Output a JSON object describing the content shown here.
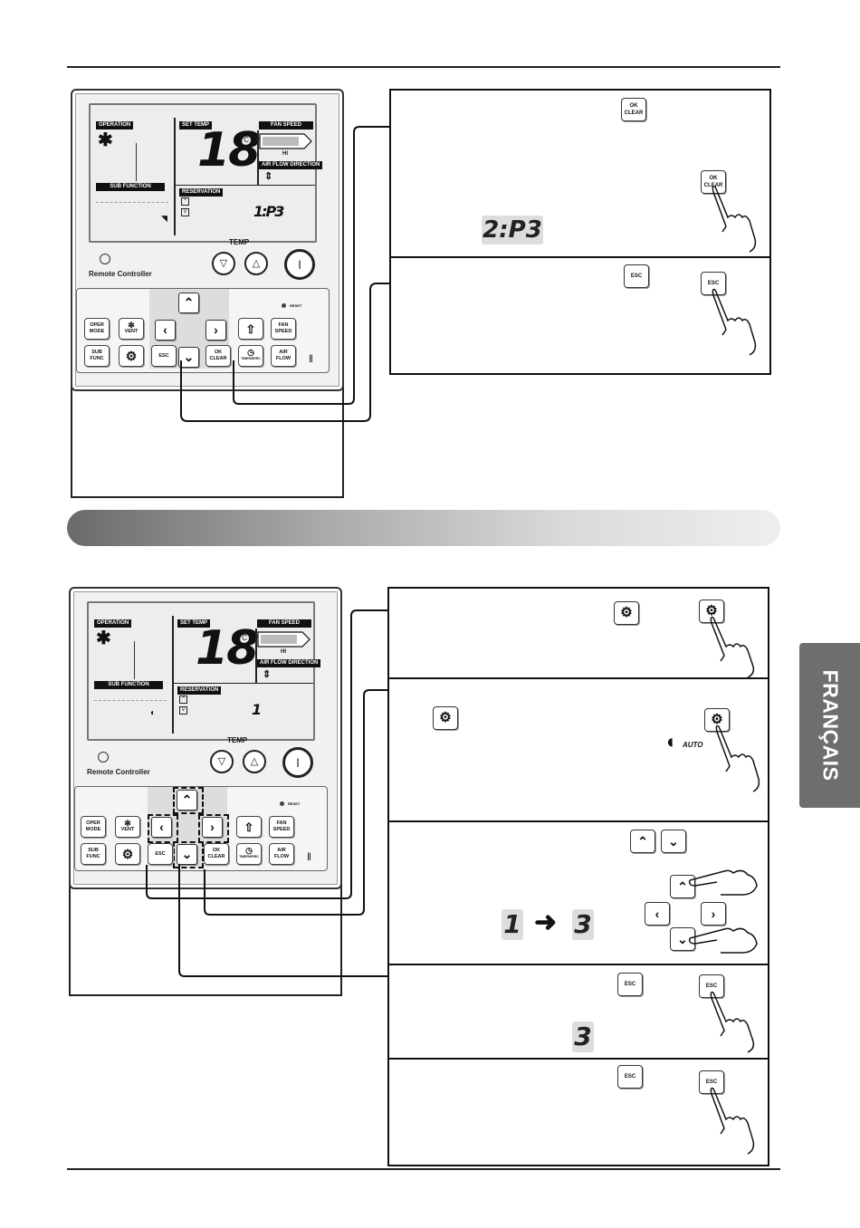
{
  "sidebar_tab": {
    "label": "FRANÇAIS"
  },
  "remote": {
    "lcd": {
      "operation_label": "OPERATION",
      "sub_function_label": "SUB FUNCTION",
      "set_temp_label": "SET TEMP",
      "fan_speed_label": "FAN SPEED",
      "fan_level": "HI",
      "air_flow_label": "AIR FLOW DIRECTION",
      "reservation_label": "RESERVATION",
      "temp_value": "18",
      "temp_unit": "°C"
    },
    "top_display_value": "1:P3",
    "bottom_display_value": "1",
    "temp_label": "TEMP",
    "brand": "Remote Controller",
    "reset_label": "RESET",
    "keys": {
      "oper_mode": [
        "OPER",
        "MODE"
      ],
      "vent": "VENT",
      "fan_speed": [
        "FAN",
        "SPEED"
      ],
      "sub_func": [
        "SUB",
        "FUNC"
      ],
      "esc": "ESC",
      "ok_clear": [
        "OK",
        "CLEAR"
      ],
      "timer": "TIMER/ERRC",
      "air_flow": [
        "AIR",
        "FLOW"
      ]
    }
  },
  "top_panel": {
    "ok_clear": [
      "OK",
      "CLEAR"
    ],
    "esc": "ESC",
    "display": "2:P3"
  },
  "bottom_panel": {
    "esc": "ESC",
    "auto_label": "AUTO",
    "from_value": "1",
    "to_value": "3",
    "result_value": "3"
  }
}
